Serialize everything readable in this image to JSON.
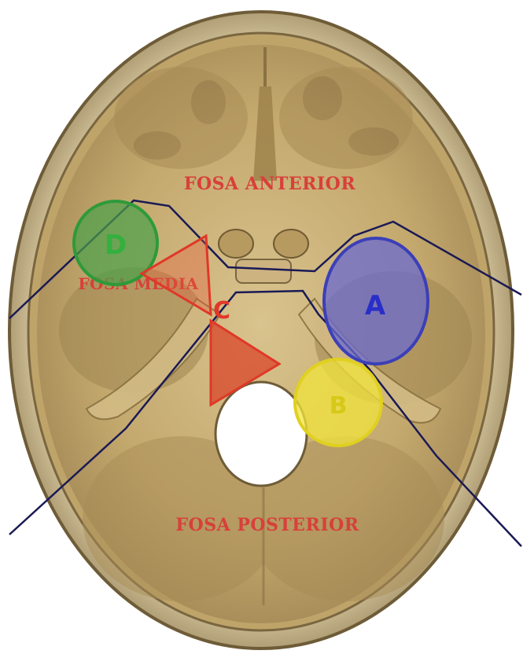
{
  "labels": {
    "anterior": "FOSA ANTERIOR",
    "medium": "FOSA MEDIA",
    "posterior": "FOSA POSTERIOR"
  },
  "markers": [
    {
      "id": "A",
      "letter": "A",
      "shape": "circle",
      "color": "#3b3fb8",
      "fill": "#6a6ad0"
    },
    {
      "id": "B",
      "letter": "B",
      "shape": "circle",
      "color": "#e0d020",
      "fill": "#f2e43c"
    },
    {
      "id": "C",
      "letter": "C",
      "shape": "triangles",
      "color": "#e03828",
      "fill": "#e85a3a"
    },
    {
      "id": "D",
      "letter": "D",
      "shape": "circle",
      "color": "#2e9a3a",
      "fill": "#4aa04a"
    }
  ],
  "colors": {
    "bone": "#c9b07a",
    "bone_dark": "#8a7242",
    "boundary_lines": "#1a1a55",
    "label_red": "#d8403a"
  }
}
